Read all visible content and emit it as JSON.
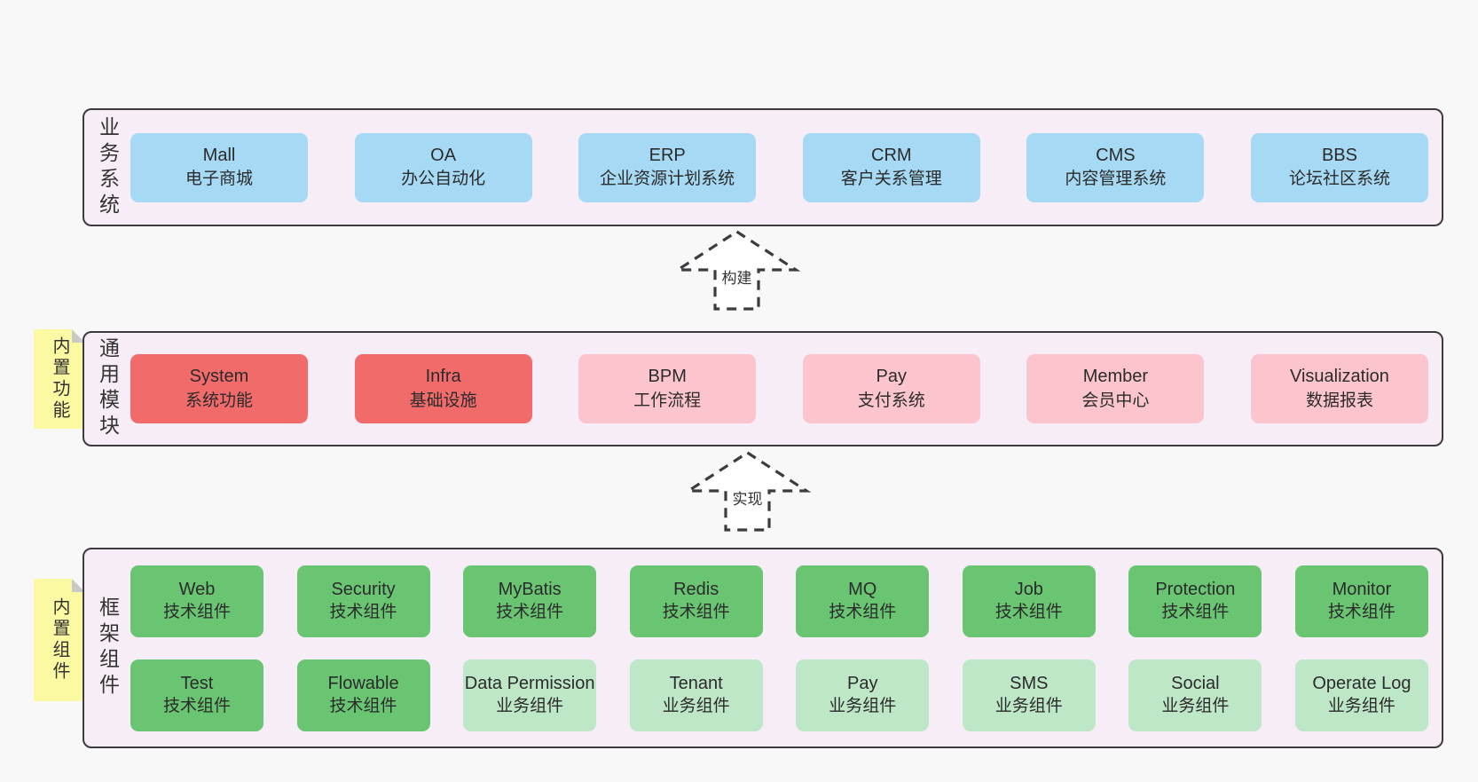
{
  "colors": {
    "page_background": "#f8f8f8",
    "band_background": "#f7edf6",
    "band_border": "#3d3b40",
    "blue_box": "#a6d9f3",
    "red_box": "#f16b6b",
    "pink_box": "#fcc5cd",
    "green_box": "#6ac573",
    "light_green_box": "#bee7c7",
    "note_yellow": "#fbf9a2",
    "note_fold_gray": "#c9c9c9",
    "text": "#2b2b2b"
  },
  "arrows": [
    {
      "label": "构建"
    },
    {
      "label": "实现"
    }
  ],
  "notes": [
    {
      "label": "内置功能"
    },
    {
      "label": "内置组件"
    }
  ],
  "bands": [
    {
      "label": "业务系统",
      "rows": [
        {
          "boxes": [
            {
              "title": "Mall",
              "subtitle": "电子商城",
              "variant": "blue"
            },
            {
              "title": "OA",
              "subtitle": "办公自动化",
              "variant": "blue"
            },
            {
              "title": "ERP",
              "subtitle": "企业资源计划系统",
              "variant": "blue"
            },
            {
              "title": "CRM",
              "subtitle": "客户关系管理",
              "variant": "blue"
            },
            {
              "title": "CMS",
              "subtitle": "内容管理系统",
              "variant": "blue"
            },
            {
              "title": "BBS",
              "subtitle": "论坛社区系统",
              "variant": "blue"
            }
          ]
        }
      ]
    },
    {
      "label": "通用模块",
      "rows": [
        {
          "boxes": [
            {
              "title": "System",
              "subtitle": "系统功能",
              "variant": "red"
            },
            {
              "title": "Infra",
              "subtitle": "基础设施",
              "variant": "red"
            },
            {
              "title": "BPM",
              "subtitle": "工作流程",
              "variant": "pink"
            },
            {
              "title": "Pay",
              "subtitle": "支付系统",
              "variant": "pink"
            },
            {
              "title": "Member",
              "subtitle": "会员中心",
              "variant": "pink"
            },
            {
              "title": "Visualization",
              "subtitle": "数据报表",
              "variant": "pink"
            }
          ]
        }
      ]
    },
    {
      "label": "框架组件",
      "rows": [
        {
          "boxes": [
            {
              "title": "Web",
              "subtitle": "技术组件",
              "variant": "green"
            },
            {
              "title": "Security",
              "subtitle": "技术组件",
              "variant": "green"
            },
            {
              "title": "MyBatis",
              "subtitle": "技术组件",
              "variant": "green"
            },
            {
              "title": "Redis",
              "subtitle": "技术组件",
              "variant": "green"
            },
            {
              "title": "MQ",
              "subtitle": "技术组件",
              "variant": "green"
            },
            {
              "title": "Job",
              "subtitle": "技术组件",
              "variant": "green"
            },
            {
              "title": "Protection",
              "subtitle": "技术组件",
              "variant": "green"
            },
            {
              "title": "Monitor",
              "subtitle": "技术组件",
              "variant": "green"
            }
          ]
        },
        {
          "boxes": [
            {
              "title": "Test",
              "subtitle": "技术组件",
              "variant": "green"
            },
            {
              "title": "Flowable",
              "subtitle": "技术组件",
              "variant": "green"
            },
            {
              "title": "Data Permission",
              "subtitle": "业务组件",
              "variant": "light-green"
            },
            {
              "title": "Tenant",
              "subtitle": "业务组件",
              "variant": "light-green"
            },
            {
              "title": "Pay",
              "subtitle": "业务组件",
              "variant": "light-green"
            },
            {
              "title": "SMS",
              "subtitle": "业务组件",
              "variant": "light-green"
            },
            {
              "title": "Social",
              "subtitle": "业务组件",
              "variant": "light-green"
            },
            {
              "title": "Operate Log",
              "subtitle": "业务组件",
              "variant": "light-green"
            }
          ]
        }
      ]
    }
  ]
}
